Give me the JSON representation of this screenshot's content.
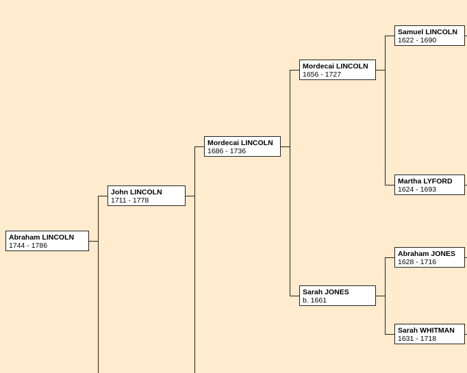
{
  "colors": {
    "background": "#ffebcd",
    "box_fill": "#ffffff",
    "line": "#222222"
  },
  "people": {
    "abraham_1744": {
      "name": "Abraham LINCOLN",
      "dates": "1744 - 1786"
    },
    "john_1711": {
      "name": "John LINCOLN",
      "dates": "1711 - 1778"
    },
    "mordecai_1686": {
      "name": "Mordecai LINCOLN",
      "dates": "1686 - 1736"
    },
    "mordecai_1656": {
      "name": "Mordecai LINCOLN",
      "dates": "1656 - 1727"
    },
    "sarah_jones_1661": {
      "name": "Sarah JONES",
      "dates": "b. 1661"
    },
    "samuel_1622": {
      "name": "Samuel LINCOLN",
      "dates": "1622 - 1690"
    },
    "martha_1624": {
      "name": "Martha LYFORD",
      "dates": "1624 - 1693"
    },
    "abraham_jones_1628": {
      "name": "Abraham JONES",
      "dates": "1628 - 1716"
    },
    "sarah_whitman_1631": {
      "name": "Sarah WHITMAN",
      "dates": "1631 - 1718"
    }
  }
}
